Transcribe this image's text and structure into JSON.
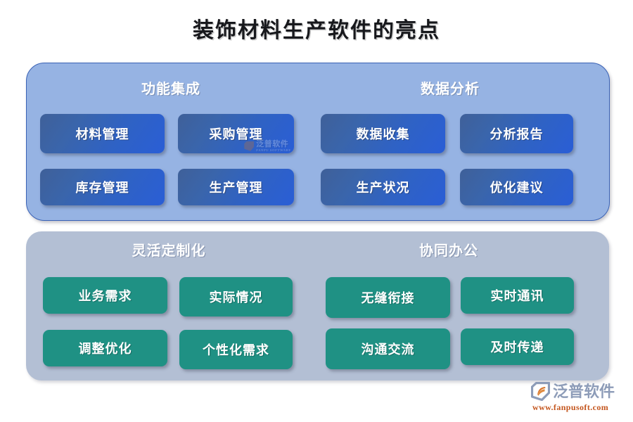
{
  "page": {
    "title": "装饰材料生产软件的亮点",
    "background": "#ffffff"
  },
  "colors": {
    "panel_blue": "#96b3e3",
    "panel_blue_border": "#3a62b5",
    "panel_gray": "#b3bfd4",
    "chip_blue": "#2f62c4",
    "chip_green": "#1f9184",
    "title_text": "#17181c",
    "heading_text": "#ffffff",
    "brand_name": "#8d9cb8",
    "brand_url": "#c4561e"
  },
  "panels": [
    {
      "id": "panel-blue",
      "style": "blue",
      "sections": [
        {
          "id": "function-integration",
          "heading": "功能集成",
          "items": [
            {
              "label": "材料管理"
            },
            {
              "label": "采购管理"
            },
            {
              "label": "库存管理"
            },
            {
              "label": "生产管理"
            }
          ]
        },
        {
          "id": "data-analysis",
          "heading": "数据分析",
          "items": [
            {
              "label": "数据收集"
            },
            {
              "label": "分析报告"
            },
            {
              "label": "生产状况"
            },
            {
              "label": "优化建议"
            }
          ]
        }
      ]
    },
    {
      "id": "panel-gray",
      "style": "gray",
      "sections": [
        {
          "id": "flexible-customization",
          "heading": "灵活定制化",
          "items": [
            {
              "label": "业务需求"
            },
            {
              "label": "实际情况"
            },
            {
              "label": "调整优化"
            },
            {
              "label": "个性化需求"
            }
          ]
        },
        {
          "id": "collaborative-office",
          "heading": "协同办公",
          "items": [
            {
              "label": "无缝衔接"
            },
            {
              "label": "实时通讯"
            },
            {
              "label": "沟通交流"
            },
            {
              "label": "及时传递"
            }
          ]
        }
      ]
    }
  ],
  "watermark": {
    "name": "泛普软件",
    "sub": "FANPU SOFTWARE"
  },
  "brand": {
    "name": "泛普软件",
    "url": "www.fanpusoft.com",
    "mark_icon": "fanpu-logo-icon"
  }
}
